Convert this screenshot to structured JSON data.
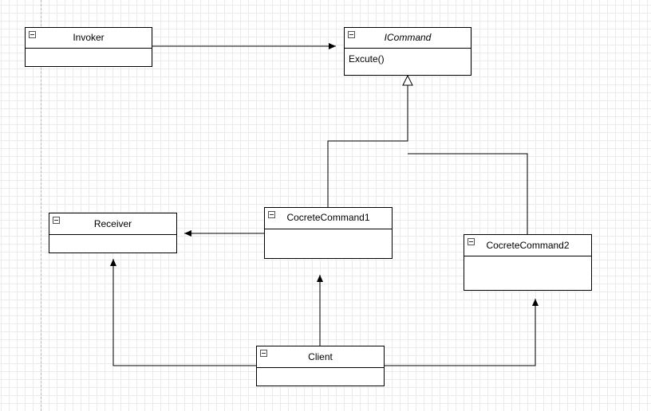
{
  "diagram": {
    "classes": {
      "invoker": {
        "name": "Invoker",
        "members": []
      },
      "icommand": {
        "name": "ICommand",
        "members": [
          "Excute()"
        ]
      },
      "receiver": {
        "name": "Receiver",
        "members": []
      },
      "concrete1": {
        "name": "CocreteCommand1",
        "members": []
      },
      "concrete2": {
        "name": "CocreteCommand2",
        "members": []
      },
      "client": {
        "name": "Client",
        "members": []
      }
    },
    "relations": [
      {
        "from": "Invoker",
        "to": "ICommand",
        "type": "association"
      },
      {
        "from": "CocreteCommand1",
        "to": "ICommand",
        "type": "realization"
      },
      {
        "from": "CocreteCommand2",
        "to": "ICommand",
        "type": "realization"
      },
      {
        "from": "CocreteCommand1",
        "to": "Receiver",
        "type": "association"
      },
      {
        "from": "Client",
        "to": "Receiver",
        "type": "association"
      },
      {
        "from": "Client",
        "to": "CocreteCommand1",
        "type": "association"
      },
      {
        "from": "Client",
        "to": "CocreteCommand2",
        "type": "association"
      }
    ]
  }
}
